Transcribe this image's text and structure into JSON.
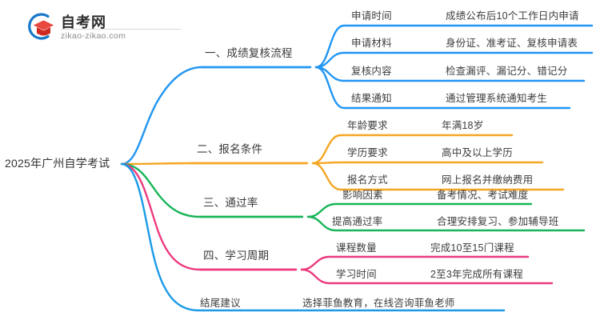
{
  "logo": {
    "name_cn": "自考网",
    "domain": "zikao-zikao.com",
    "mark_icon": "graduation-cap-logo-icon",
    "arc_color": "#1878c8",
    "cap_color": "#e03a31"
  },
  "mindmap": {
    "root": {
      "label": "2025年广州自学考试"
    },
    "branches": [
      {
        "label": "一、成绩复核流程",
        "color": "#2196f3",
        "items": [
          {
            "key": "申请时间",
            "value": "成绩公布后10个工作日内申请"
          },
          {
            "key": "申请材料",
            "value": "身份证、准考证、复核申请表"
          },
          {
            "key": "复核内容",
            "value": "检查漏评、漏记分、错记分"
          },
          {
            "key": "结果通知",
            "value": "通过管理系统通知考生"
          }
        ]
      },
      {
        "label": "二、报名条件",
        "color": "#f5a623",
        "items": [
          {
            "key": "年龄要求",
            "value": "年满18岁"
          },
          {
            "key": "学历要求",
            "value": "高中及以上学历"
          },
          {
            "key": "报名方式",
            "value": "网上报名并缴纳费用"
          }
        ]
      },
      {
        "label": "三、通过率",
        "color": "#18b558",
        "items": [
          {
            "key": "影响因素",
            "value": "备考情况、考试难度"
          },
          {
            "key": "提高通过率",
            "value": "合理安排复习、参加辅导班"
          }
        ]
      },
      {
        "label": "四、学习周期",
        "color": "#ec3a7f",
        "items": [
          {
            "key": "课程数量",
            "value": "完成10至15门课程"
          },
          {
            "key": "学习时间",
            "value": "2至3年完成所有课程"
          }
        ]
      },
      {
        "label": "",
        "color": "#1a9ae8",
        "items": [
          {
            "key": "结尾建议",
            "value": "选择菲鱼教育，在线咨询菲鱼老师"
          }
        ]
      }
    ]
  }
}
